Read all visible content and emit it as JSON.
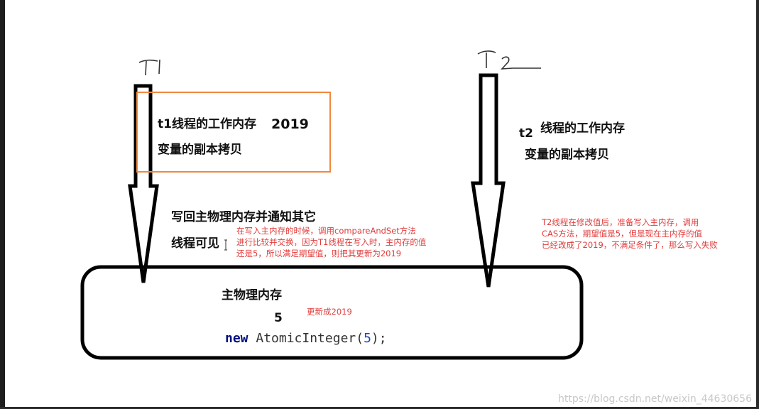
{
  "labels": {
    "t1": "T1",
    "t2": "T2"
  },
  "t1_box": {
    "line1": "t1线程的工作内存",
    "value": "2019",
    "line2": "变量的副本拷贝"
  },
  "t2_box": {
    "prefix": "t2",
    "line1": "线程的工作内存",
    "line2": "变量的副本拷贝"
  },
  "writeback": {
    "line1": "写回主物理内存并通知其它",
    "line2": "线程可见"
  },
  "note_t1": [
    "在写入主内存的时候，调用compareAndSet方法",
    "进行比较并交换，因为T1线程在写入时，主内存的值",
    "还是5，所以满足期望值，则把其更新为2019"
  ],
  "note_t2": [
    "T2线程在修改值后，准备写入主内存，调用",
    "CAS方法，期望值是5，但是现在主内存的值",
    "已经改成了2019，不满足条件了，那么写入失败"
  ],
  "main_memory": {
    "title": "主物理内存",
    "value": "5",
    "updated_note": "更新成2019",
    "code_keyword": "new",
    "code_class": "AtomicInteger(",
    "code_arg": "5",
    "code_end": ");"
  },
  "watermark": "https://blog.csdn.net/weixin_44630656",
  "colors": {
    "t1_box_border": "#f0883e",
    "note_red": "#e23b3b",
    "keyword_blue": "#00107c"
  }
}
